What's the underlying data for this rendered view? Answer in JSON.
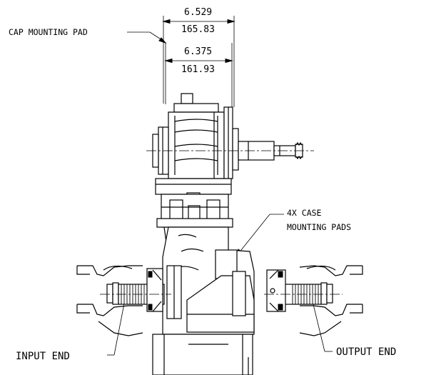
{
  "dimensions": {
    "outer": {
      "inches": "6.529",
      "millimeters": "165.83"
    },
    "inner": {
      "inches": "6.375",
      "millimeters": "161.93"
    }
  },
  "callouts": {
    "cap_mounting_pad": "CAP MOUNTING PAD",
    "case_mounting_pads_line1": "4X CASE",
    "case_mounting_pads_line2": "MOUNTING PADS",
    "input_end": "INPUT END",
    "output_end": "OUTPUT END"
  },
  "colors": {
    "line": "#000000",
    "background": "#ffffff"
  }
}
